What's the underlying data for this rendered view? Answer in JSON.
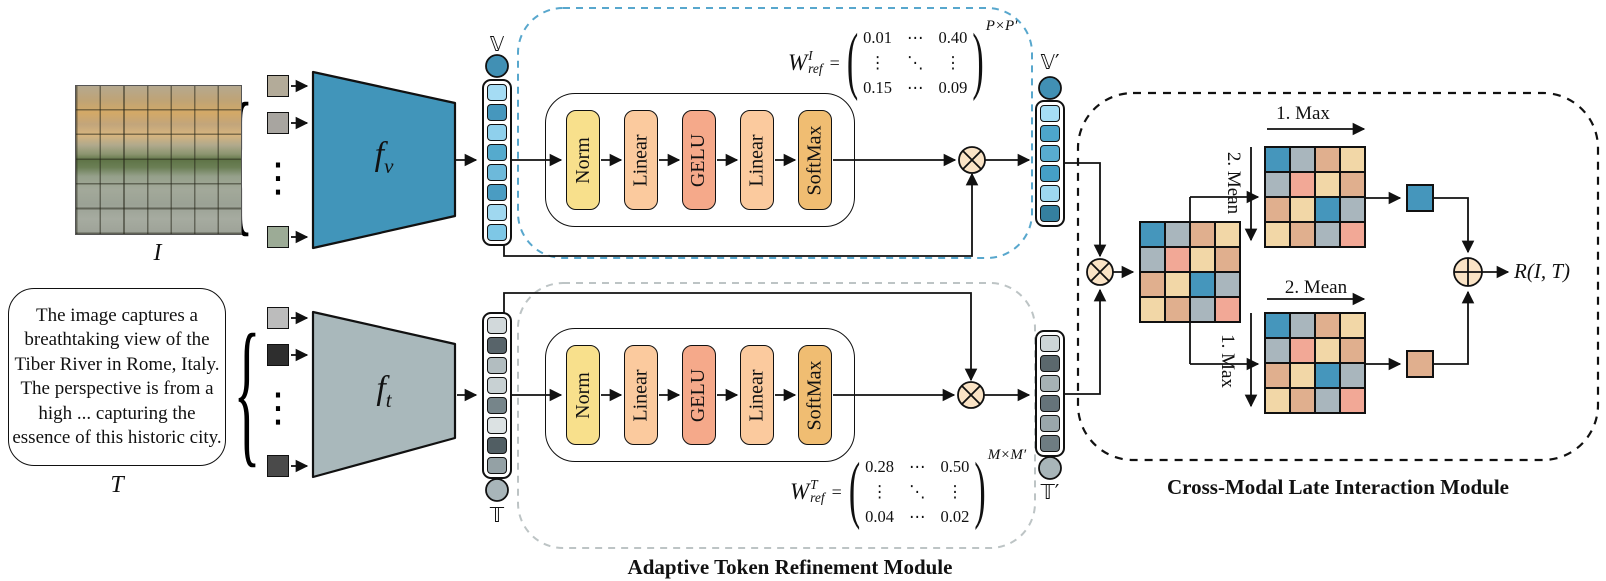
{
  "figure": {
    "atr_title": "Adaptive Token Refinement Module",
    "cmli_title": "Cross-Modal Late Interaction Module"
  },
  "inputs": {
    "image_label": "I",
    "text_label": "T",
    "caption_text": "The image captures a breathtaking view of the Tiber River in Rome, Italy. The perspective is from a high ... capturing the essence of this historic city.",
    "brace": "{",
    "vdots": "⋮",
    "image_patch_colors": [
      "#b3ab99",
      "#a8a5a0",
      "#9cab96"
    ],
    "text_patch_colors": [
      "#bcbcbc",
      "#2e2e2e",
      "#4a4a4a"
    ]
  },
  "encoders": {
    "visual": {
      "sym": "f",
      "sub": "v",
      "color": "#4195ba"
    },
    "text": {
      "sym": "f",
      "sub": "t",
      "color": "#a9b8bb"
    }
  },
  "tokens": {
    "v": {
      "label": "𝕍",
      "cls_color": "#4190b4",
      "colors": [
        "#a5dcf4",
        "#4697bd",
        "#8fd0ec",
        "#55aacd",
        "#6db9da",
        "#4a9cc2",
        "#a0d8f0",
        "#7ec7e6"
      ]
    },
    "v_prime": {
      "label": "𝕍′",
      "cls_color": "#4190b4",
      "colors": [
        "#a5def5",
        "#4da5cb",
        "#58acd0",
        "#459fc6",
        "#9ed8f0",
        "#35809f"
      ]
    },
    "t": {
      "label": "𝕋",
      "cls_color": "#a8b5b9",
      "colors": [
        "#d2d9db",
        "#58646a",
        "#b2bdc0",
        "#c8d1d3",
        "#76858a",
        "#dce2e3",
        "#515e63",
        "#94a1a5"
      ]
    },
    "t_prime": {
      "label": "𝕋′",
      "cls_color": "#a8b5b9",
      "colors": [
        "#cdd5d7",
        "#5b686d",
        "#a6b2b5",
        "#65737a",
        "#9aa7ab",
        "#6e7c82"
      ]
    }
  },
  "atr": {
    "blocks": [
      {
        "label": "Norm",
        "color": "#f8e08c"
      },
      {
        "label": "Linear",
        "color": "#fbca9e"
      },
      {
        "label": "GELU",
        "color": "#f5a98a"
      },
      {
        "label": "Linear",
        "color": "#fbca9e"
      },
      {
        "label": "SoftMax",
        "color": "#f0bd72"
      }
    ],
    "w_ref_visual": {
      "sym": "W",
      "sup": "I",
      "sub": "ref",
      "eq": "=",
      "lparen": "(",
      "rparen": ")",
      "rows": [
        [
          "0.01",
          "⋯",
          "0.40"
        ],
        [
          "⋮",
          "⋱",
          "⋮"
        ],
        [
          "0.15",
          "⋯",
          "0.09"
        ]
      ],
      "exp": "P×P′"
    },
    "w_ref_text": {
      "sym": "W",
      "sup": "T",
      "sub": "ref",
      "eq": "=",
      "lparen": "(",
      "rparen": ")",
      "rows": [
        [
          "0.28",
          "⋯",
          "0.50"
        ],
        [
          "⋮",
          "⋱",
          "⋮"
        ],
        [
          "0.04",
          "⋯",
          "0.02"
        ]
      ],
      "exp": "M×M′"
    }
  },
  "cmli": {
    "max_label": "1. Max",
    "mean_label": "2. Mean",
    "output_label": "R(I, T)",
    "matrix_pattern": [
      "b",
      "g",
      "p",
      "t",
      "g",
      "s",
      "t",
      "p",
      "p",
      "t",
      "b",
      "g",
      "t",
      "p",
      "g",
      "s"
    ],
    "matrix_colors": {
      "b": "#4596bc",
      "g": "#a9b6bd",
      "p": "#e0af8e",
      "t": "#f2d7a7",
      "s": "#f2a896"
    },
    "pooled_visual_color": "#4596bc",
    "pooled_text_color": "#e0af8e"
  }
}
